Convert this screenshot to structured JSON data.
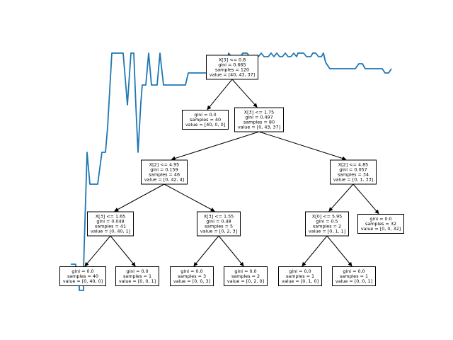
{
  "colors": {
    "trace": "#1f77b4",
    "node_border": "#000000",
    "edge": "#000000"
  },
  "nodes": [
    {
      "id": "n0",
      "lines": [
        "X[3] <= 0.8",
        "gini = 0.665",
        "samples = 120",
        "value = [40, 43, 37]"
      ]
    },
    {
      "id": "n1",
      "lines": [
        "gini = 0.0",
        "samples = 40",
        "value = [40, 0, 0]"
      ]
    },
    {
      "id": "n2",
      "lines": [
        "X[3] <= 1.75",
        "gini = 0.497",
        "samples = 80",
        "value = [0, 43, 37]"
      ]
    },
    {
      "id": "n3",
      "lines": [
        "X[2] <= 4.95",
        "gini = 0.159",
        "samples = 46",
        "value = [0, 42, 4]"
      ]
    },
    {
      "id": "n4",
      "lines": [
        "X[2] <= 4.85",
        "gini = 0.057",
        "samples = 34",
        "value = [0, 1, 33]"
      ]
    },
    {
      "id": "n5",
      "lines": [
        "X[3] <= 1.65",
        "gini = 0.048",
        "samples = 41",
        "value = [0, 40, 1]"
      ]
    },
    {
      "id": "n6",
      "lines": [
        "X[3] <= 1.55",
        "gini = 0.48",
        "samples = 5",
        "value = [0, 2, 3]"
      ]
    },
    {
      "id": "n7",
      "lines": [
        "X[0] <= 5.95",
        "gini = 0.5",
        "samples = 2",
        "value = [0, 1, 1]"
      ]
    },
    {
      "id": "n8",
      "lines": [
        "gini = 0.0",
        "samples = 32",
        "value = [0, 0, 32]"
      ]
    },
    {
      "id": "n9",
      "lines": [
        "gini = 0.0",
        "samples = 40",
        "value = [0, 40, 0]"
      ]
    },
    {
      "id": "n10",
      "lines": [
        "gini = 0.0",
        "samples = 1",
        "value = [0, 0, 1]"
      ]
    },
    {
      "id": "n11",
      "lines": [
        "gini = 0.0",
        "samples = 3",
        "value = [0, 0, 3]"
      ]
    },
    {
      "id": "n12",
      "lines": [
        "gini = 0.0",
        "samples = 2",
        "value = [0, 2, 0]"
      ]
    },
    {
      "id": "n13",
      "lines": [
        "gini = 0.0",
        "samples = 1",
        "value = [0, 1, 0]"
      ]
    },
    {
      "id": "n14",
      "lines": [
        "gini = 0.0",
        "samples = 1",
        "value = [0, 0, 1]"
      ]
    }
  ],
  "edges": [
    [
      "n0",
      "n1"
    ],
    [
      "n0",
      "n2"
    ],
    [
      "n2",
      "n3"
    ],
    [
      "n2",
      "n4"
    ],
    [
      "n3",
      "n5"
    ],
    [
      "n3",
      "n6"
    ],
    [
      "n4",
      "n7"
    ],
    [
      "n4",
      "n8"
    ],
    [
      "n5",
      "n9"
    ],
    [
      "n5",
      "n10"
    ],
    [
      "n6",
      "n11"
    ],
    [
      "n6",
      "n12"
    ],
    [
      "n7",
      "n13"
    ],
    [
      "n7",
      "n14"
    ]
  ]
}
